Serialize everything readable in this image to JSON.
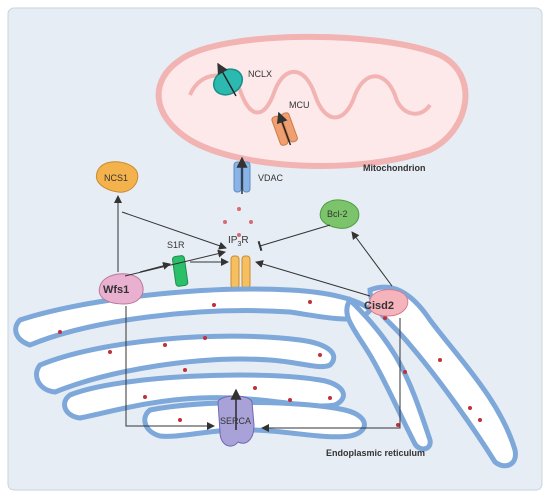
{
  "labels": {
    "nclx": "NCLX",
    "mcu": "MCU",
    "mitochondrion": "Mitochondrion",
    "vdac": "VDAC",
    "ncs1": "NCS1",
    "bcl2": "Bcl-2",
    "s1r": "S1R",
    "ip3r_main": "IP",
    "ip3r_sub": "3",
    "ip3r_tail": "R",
    "wfs1": "Wfs1",
    "cisd2": "Cisd2",
    "serca": "SERCA",
    "er": "Endoplasmic reticulum"
  },
  "colors": {
    "background": "#e7edf5",
    "mito_outer": "#f2b3b3",
    "mito_fill": "#fde9e9",
    "er_membrane": "#7da8d9",
    "nclx": "#2bb9b0",
    "mcu": "#f0a070",
    "vdac": "#8bb4e6",
    "ncs1": "#f4b24d",
    "bcl2": "#7cc46b",
    "s1r": "#2bbf6a",
    "ip3r": "#f6c061",
    "wfs1": "#e9b0cf",
    "cisd2": "#f5b3bc",
    "serca": "#a8a2d8",
    "calcium_dot": "#c0303a"
  }
}
